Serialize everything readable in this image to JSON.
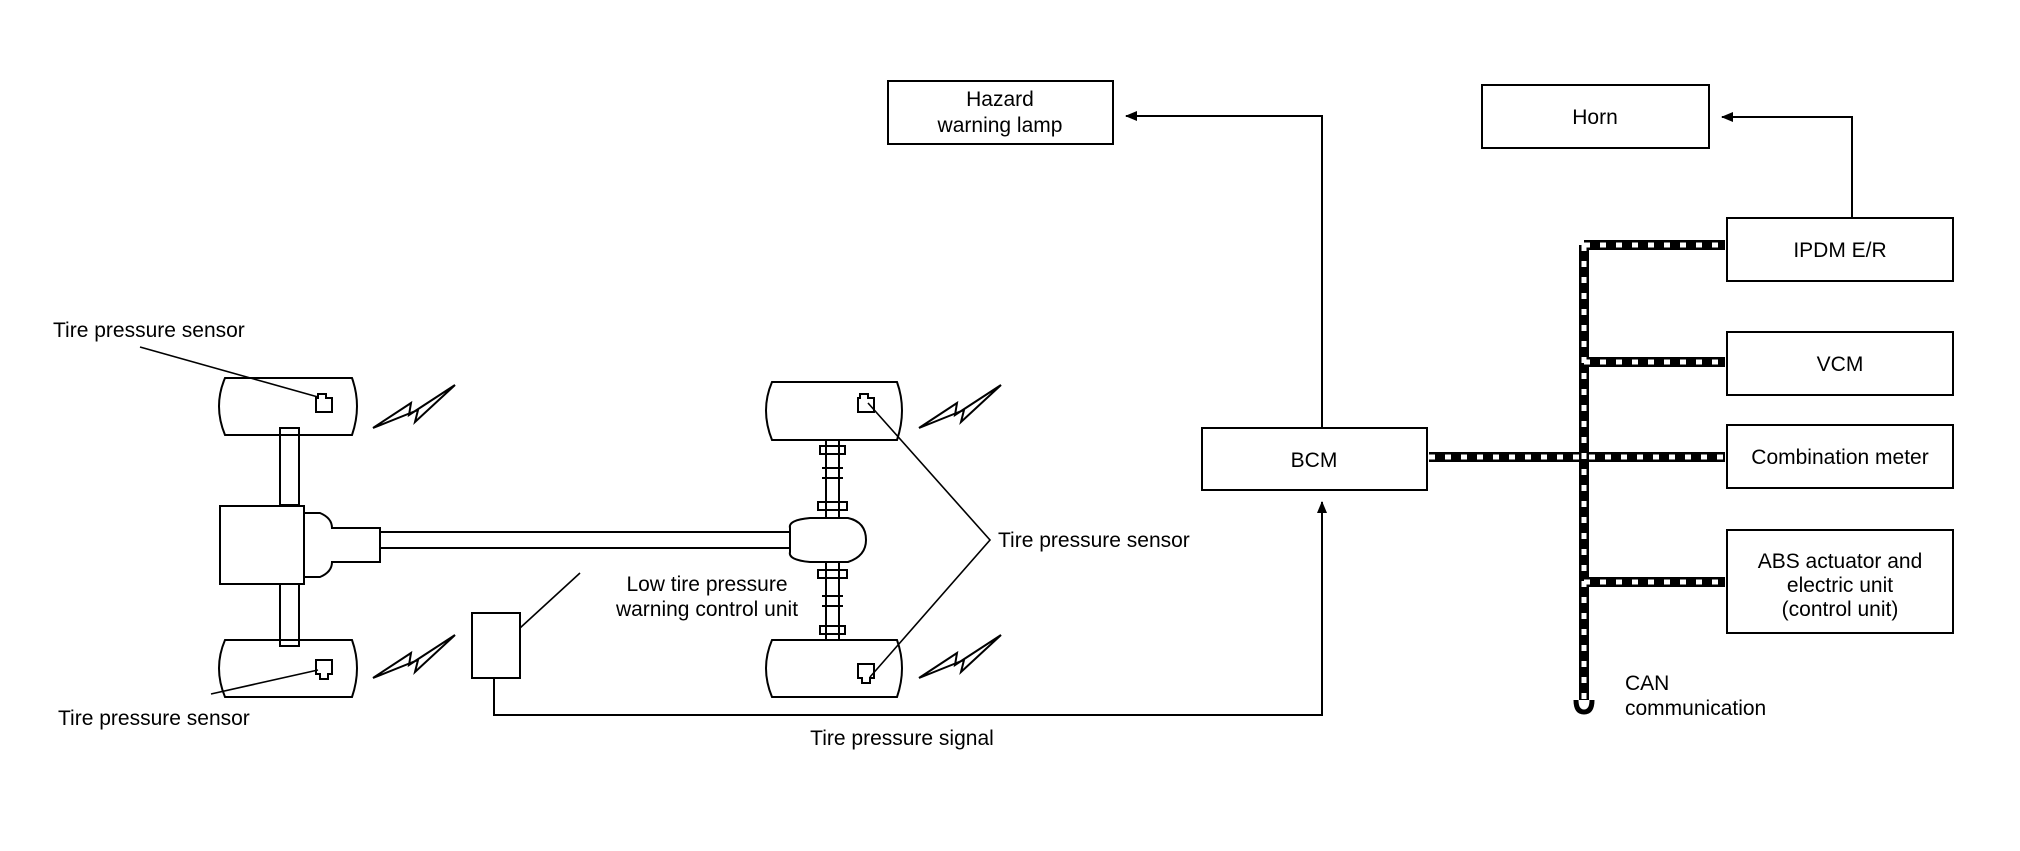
{
  "components": {
    "hazard_lamp": [
      "Hazard",
      "warning lamp"
    ],
    "horn": "Horn",
    "ipdm": "IPDM E/R",
    "vcm": "VCM",
    "bcm": "BCM",
    "combination_meter": "Combination meter",
    "abs_unit": [
      "ABS actuator and",
      "electric unit",
      "(control unit)"
    ],
    "control_unit": [
      "Low tire pressure",
      "warning control unit"
    ]
  },
  "labels": {
    "sensor_rear_top": "Tire pressure sensor",
    "sensor_rear_bottom": "Tire pressure sensor",
    "sensor_front": "Tire pressure sensor",
    "tire_pressure_signal": "Tire pressure signal",
    "can_communication": [
      "CAN",
      "communication"
    ]
  }
}
